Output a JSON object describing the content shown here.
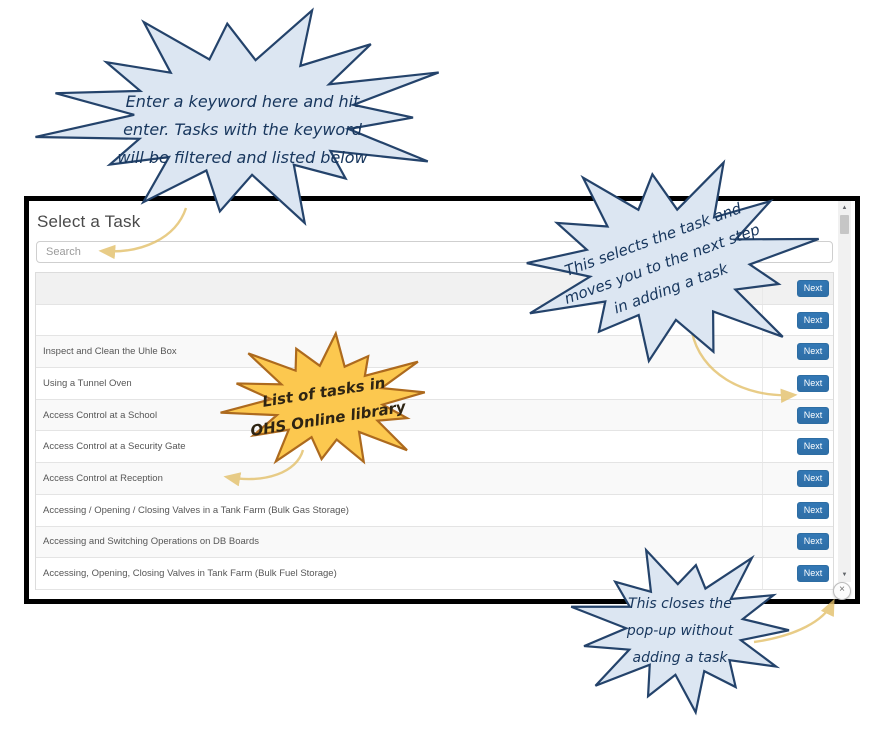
{
  "dialog": {
    "title": "Select a Task",
    "search": {
      "placeholder": "Search",
      "value": ""
    },
    "next_button_label": "Next",
    "tasks": [
      "",
      "",
      "Inspect and Clean the Uhle Box",
      "Using a Tunnel Oven",
      "Access Control at a School",
      "Access Control at a Security Gate",
      "Access Control at Reception",
      "Accessing / Opening / Closing Valves in a Tank Farm (Bulk Gas Storage)",
      "Accessing and Switching Operations on DB Boards",
      "Accessing, Opening, Closing Valves in Tank Farm (Bulk Fuel Storage)"
    ],
    "icons": {
      "close": "×",
      "scroll_up": "▲",
      "scroll_down": "▼"
    },
    "colors": {
      "next_button": "#3378b5",
      "dialog_border": "#000000"
    }
  },
  "annotations": {
    "arrow_color": "#e3c06a",
    "bursts": {
      "search_tip": {
        "lines": [
          "Enter a keyword here and hit",
          "enter. Tasks with the keyword",
          "will be filtered and listed below"
        ],
        "fill": "#dce6f2",
        "stroke": "#24436b",
        "text_color": "#17365d"
      },
      "next_tip": {
        "lines": [
          "This selects the task and",
          "moves you to the next step",
          "in adding a task"
        ],
        "fill": "#dce6f2",
        "stroke": "#24436b",
        "text_color": "#17365d"
      },
      "list_tip": {
        "lines": [
          "List of tasks in",
          "OHS Online library"
        ],
        "fill": "#fcc84f",
        "stroke": "#ad6a1e",
        "text_color": "#2e2413"
      },
      "close_tip": {
        "lines": [
          "This closes the",
          "pop-up without",
          "adding a task"
        ],
        "fill": "#dce6f2",
        "stroke": "#24436b",
        "text_color": "#17365d"
      }
    }
  }
}
